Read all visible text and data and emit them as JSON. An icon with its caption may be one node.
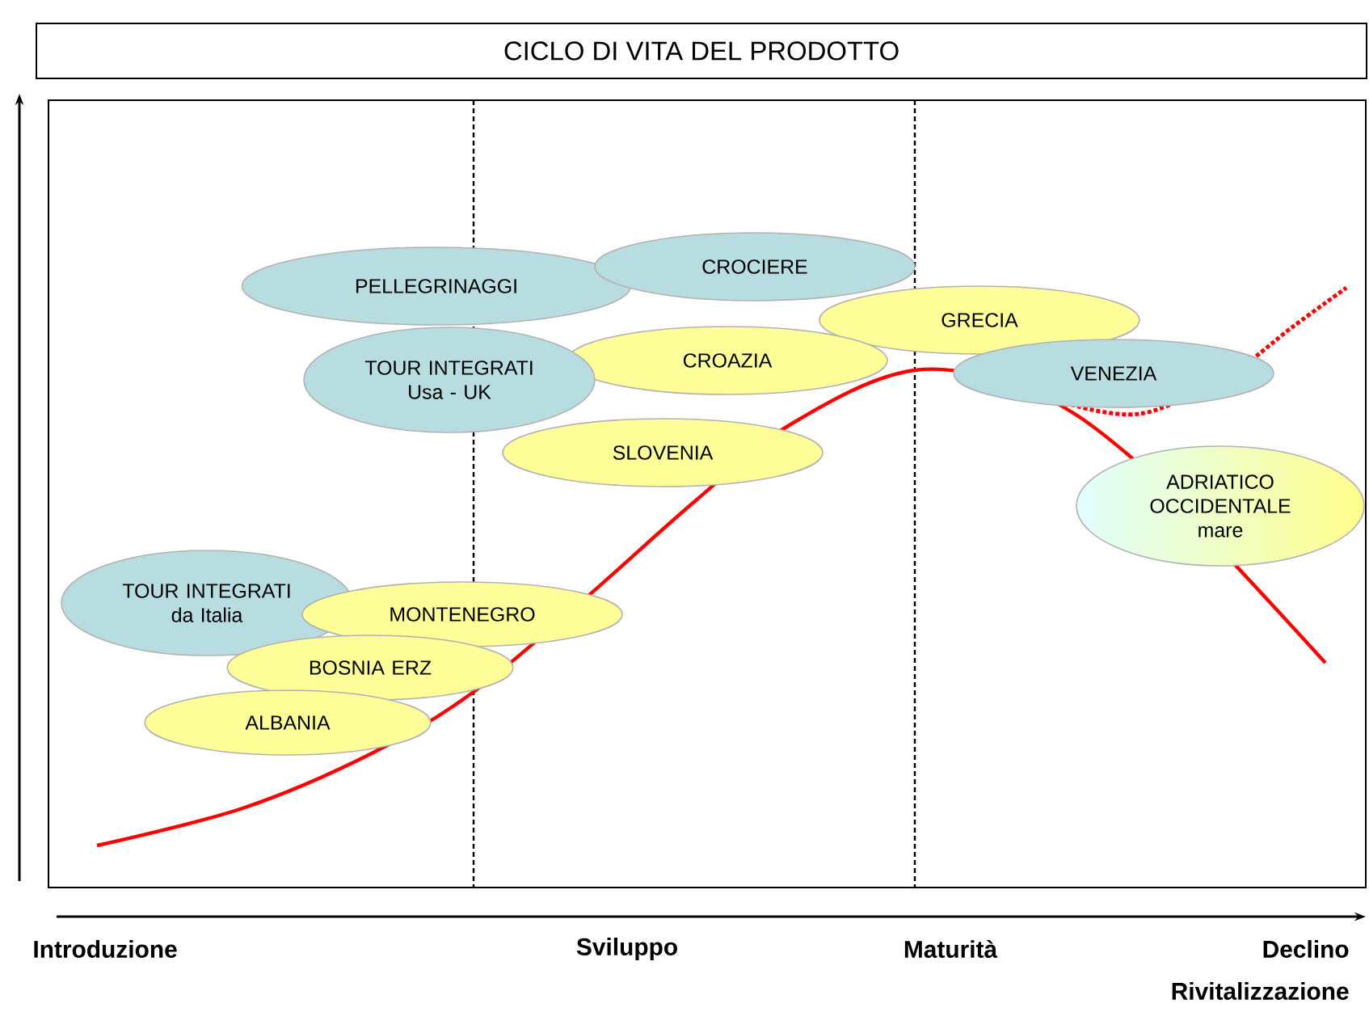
{
  "diagram": {
    "title": "CICLO DI VITA DEL PRODOTTO",
    "nodes": [
      {
        "text": [
          "PELLEGRINAGGI"
        ]
      },
      {
        "text": [
          "CROCIERE"
        ]
      },
      {
        "text": [
          "GRECIA"
        ]
      },
      {
        "text": [
          "CROAZIA"
        ]
      },
      {
        "text": [
          "VENEZIA"
        ]
      },
      {
        "text": [
          "TOUR INTEGRATI Usa - UK"
        ]
      },
      {
        "text": [
          "SLOVENIA"
        ]
      },
      {
        "text": [
          "ADRIATICO OCCIDENTALE mare"
        ]
      },
      {
        "text": [
          "TOUR INTEGRATI da Italia"
        ]
      },
      {
        "text": [
          "MONTENEGRO"
        ]
      },
      {
        "text": [
          "BOSNIA ERZ"
        ]
      },
      {
        "text": [
          "ALBANIA"
        ]
      }
    ],
    "labels": [
      "Introduzione",
      "Sviluppo",
      "Maturità",
      "Declino",
      "Rivitalizzazione"
    ]
  }
}
